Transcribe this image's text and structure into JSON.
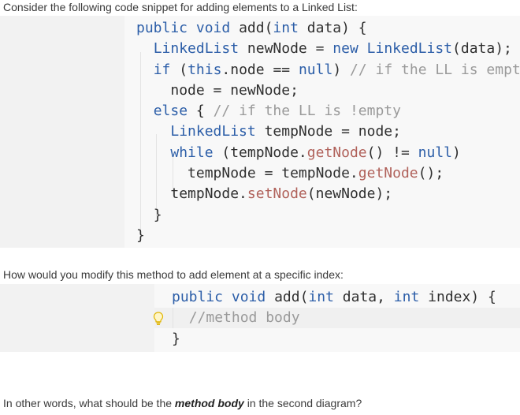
{
  "intro": "Consider the following code snippet for adding elements to a Linked List:",
  "code1": {
    "l1": {
      "a": "public",
      "b": " ",
      "c": "void",
      "d": " add(",
      "e": "int",
      "f": " data) {"
    },
    "l2": {
      "a": "LinkedList",
      "b": " newNode = ",
      "c": "new",
      "d": " ",
      "e": "LinkedList",
      "f": "(data);"
    },
    "l3": {
      "a": "if",
      "b": " (",
      "c": "this",
      "d": ".node == ",
      "e": "null",
      "f": ") ",
      "g": "// if the LL is empty"
    },
    "l4": "node = newNode;",
    "l5": {
      "a": "else",
      "b": " { ",
      "c": "// if the LL is !empty"
    },
    "l6": {
      "a": "LinkedList",
      "b": " tempNode = node;"
    },
    "l7": {
      "a": "while",
      "b": " (tempNode.",
      "c": "getNode",
      "d": "() != ",
      "e": "null",
      "f": ")"
    },
    "l8": {
      "a": "tempNode = tempNode.",
      "b": "getNode",
      "c": "();"
    },
    "l9": {
      "a": "tempNode.",
      "b": "setNode",
      "c": "(newNode);"
    },
    "l10": "}",
    "l11": "}"
  },
  "question": "How would you modify this method to add element at a specific index:",
  "code2": {
    "l1": {
      "a": "public",
      "b": " ",
      "c": "void",
      "d": " add(",
      "e": "int",
      "f": " data, ",
      "g": "int",
      "h": " index) {"
    },
    "l2": "//method body",
    "l3": "}"
  },
  "footer": {
    "before": "In other words, what should be the ",
    "emph": "method body",
    "after": " in the second diagram?"
  },
  "colors": {
    "keyword": "#2c5ea8",
    "comment": "#9a9a9a",
    "method": "#b0615a",
    "code_bg": "#f8f8f8"
  },
  "icons": [
    "lightbulb-icon"
  ]
}
